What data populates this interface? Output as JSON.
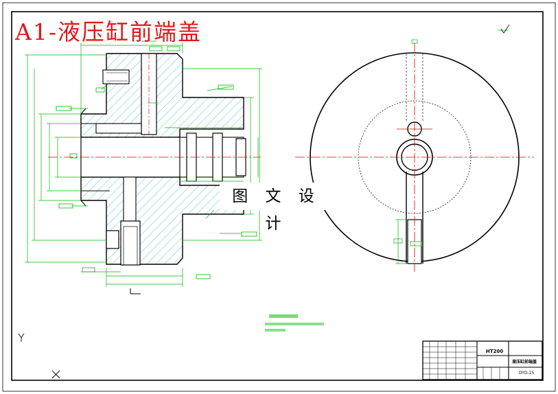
{
  "drawing_title": "A1-液压缸前端盖",
  "watermark": "图 文 设 计",
  "title_block": {
    "material": "HT200",
    "part_name": "液压缸前端盖",
    "drawing_no": "DYD-15"
  },
  "colors": {
    "outline": "#000000",
    "dimension": "#00b400",
    "centerline": "#e00000",
    "hatch": "#00a8c8",
    "title_red": "#e01818"
  },
  "icons": [
    "ucs-y-axis-icon",
    "ucs-x-cross-icon"
  ]
}
